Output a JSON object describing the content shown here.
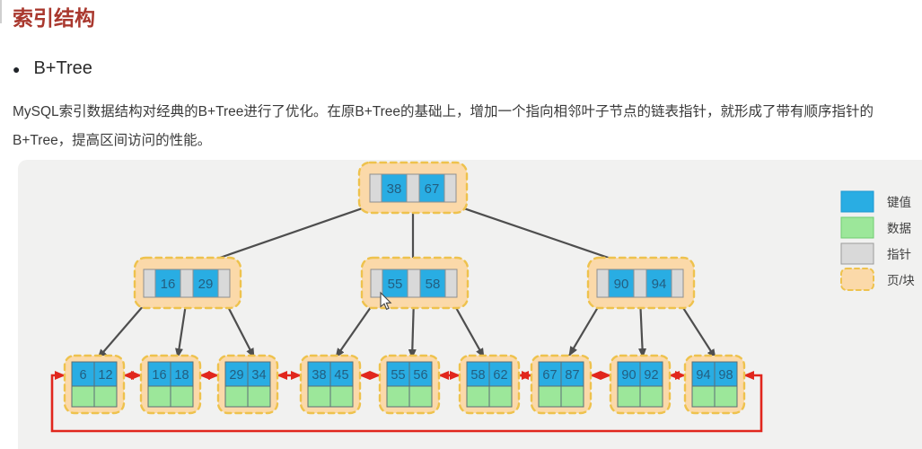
{
  "article": {
    "title": "索引结构",
    "bullet": "●",
    "section_heading": "B+Tree",
    "paragraph": "MySQL索引数据结构对经典的B+Tree进行了优化。在原B+Tree的基础上，增加一个指向相邻叶子节点的链表指针，就形成了带有顺序指针的B+Tree，提高区间访问的性能。"
  },
  "diagram": {
    "type": "b-plus-tree",
    "root": {
      "keys": [
        "38",
        "67"
      ]
    },
    "internal_nodes": [
      {
        "keys": [
          "16",
          "29"
        ]
      },
      {
        "keys": [
          "55",
          "58"
        ]
      },
      {
        "keys": [
          "90",
          "94"
        ]
      }
    ],
    "leaf_nodes": [
      {
        "keys": [
          "6",
          "12"
        ]
      },
      {
        "keys": [
          "16",
          "18"
        ]
      },
      {
        "keys": [
          "29",
          "34"
        ]
      },
      {
        "keys": [
          "38",
          "45"
        ]
      },
      {
        "keys": [
          "55",
          "56"
        ]
      },
      {
        "keys": [
          "58",
          "62"
        ]
      },
      {
        "keys": [
          "67",
          "87"
        ]
      },
      {
        "keys": [
          "90",
          "92"
        ]
      },
      {
        "keys": [
          "94",
          "98"
        ]
      }
    ],
    "legend": [
      {
        "label": "键值"
      },
      {
        "label": "数据"
      },
      {
        "label": "指针"
      },
      {
        "label": "页/块"
      }
    ],
    "colors": {
      "key_cell": "#29ade3",
      "data_cell": "#9ce79a",
      "pointer_cell": "#d9d9d9",
      "page_fill": "#fbd9a9",
      "page_border": "#eec24d",
      "link_arrow": "#e1261d",
      "tree_arrow": "#4e4e4e",
      "title": "#a9382e"
    }
  }
}
